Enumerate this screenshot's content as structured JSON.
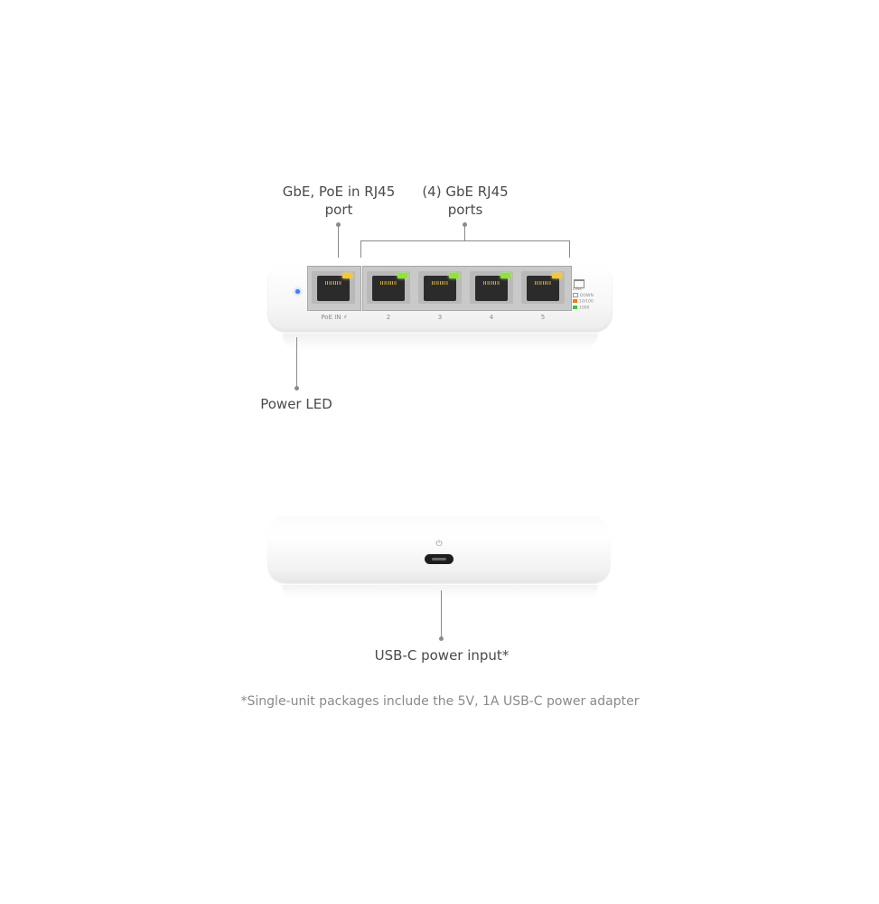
{
  "callouts": {
    "poe_port": [
      "GbE, PoE in RJ45",
      "port"
    ],
    "gbe_ports": [
      "(4) GbE RJ45",
      "ports"
    ],
    "power_led": "Power LED",
    "usbc": "USB-C power input*"
  },
  "device": {
    "port_labels": [
      "PoE IN ⚡",
      "2",
      "3",
      "4",
      "5"
    ],
    "port_leds": [
      "orange",
      "green",
      "green",
      "green",
      "orange"
    ],
    "legend": {
      "title": "LINK",
      "items": [
        "DOWN",
        "10/100",
        "1000"
      ],
      "colors": [
        "#ffffff",
        "#f07a1a",
        "#3cc43c"
      ]
    },
    "power_led_color": "#3d7cff",
    "power_symbol": "⏻"
  },
  "footnote": "*Single-unit packages include the 5V, 1A USB-C power adapter"
}
